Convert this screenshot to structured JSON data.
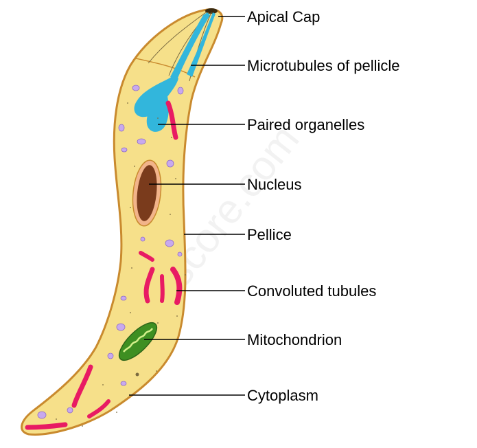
{
  "labels": {
    "apical_cap": "Apical Cap",
    "microtubules": "Microtubules of pellicle",
    "paired_organelles": "Paired organelles",
    "nucleus": "Nucleus",
    "pellice": "Pellice",
    "convoluted_tubules": "Convoluted tubules",
    "mitochondrion": "Mitochondrion",
    "cytoplasm": "Cytoplasm"
  },
  "watermark": "byjusandscore.com",
  "colors": {
    "cytoplasm": "#f6e08a",
    "outline": "#c98a2e",
    "organelle": "#32b6dc",
    "tubule": "#e81b63",
    "vacuole": "#c8a9ee",
    "nucleus": "#7a3b1c",
    "mitochondrion": "#3e8f22",
    "leader_line": "#000000"
  }
}
